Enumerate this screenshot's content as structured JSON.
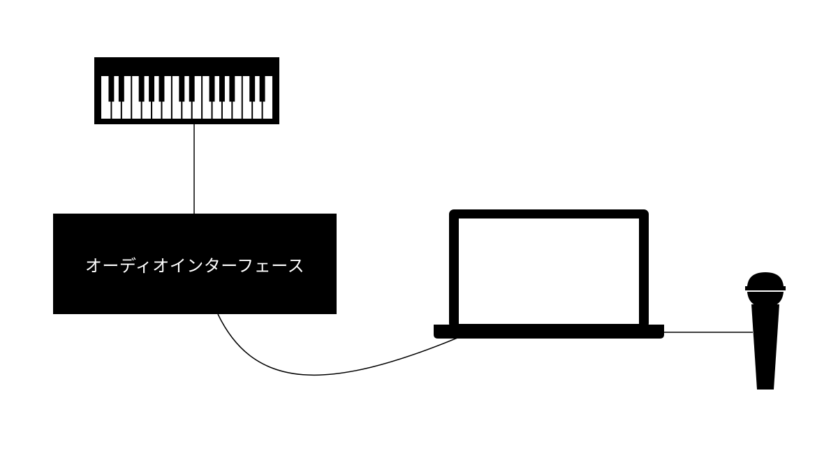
{
  "diagram": {
    "audio_interface": {
      "label": "オーディオインターフェース"
    },
    "devices": [
      {
        "name": "keyboard",
        "icon": "midi-keyboard-icon"
      },
      {
        "name": "audio-interface",
        "icon": "audio-interface-box"
      },
      {
        "name": "laptop",
        "icon": "laptop-icon"
      },
      {
        "name": "microphone",
        "icon": "microphone-icon"
      }
    ],
    "colors": {
      "foreground": "#000000",
      "background": "#ffffff"
    }
  }
}
